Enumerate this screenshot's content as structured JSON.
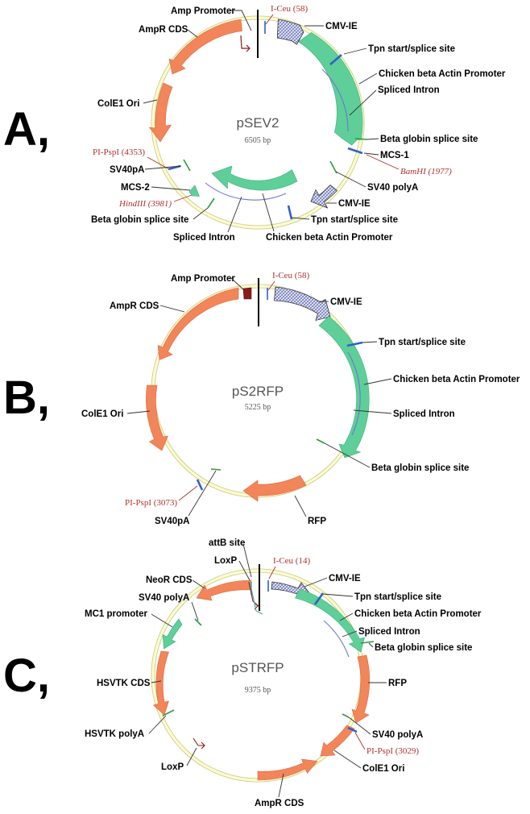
{
  "panels": [
    {
      "letter": "A,",
      "name": "pSEV2",
      "size": "6505 bp",
      "labels": {
        "amp_promoter": "Amp Promoter",
        "iceu": "I-Ceu (58)",
        "ampr_cds": "AmpR CDS",
        "cmv_ie": "CMV-IE",
        "tpn1": "Tpn start/splice site",
        "cba1": "Chicken beta Actin Promoter",
        "colE1": "ColE1 Ori",
        "intron1": "Spliced Intron",
        "bglob1": "Beta globin splice site",
        "mcs1": "MCS-1",
        "pipspi": "PI-PspI (4353)",
        "bamhi": "BamHI (1977)",
        "sv40pa": "SV40pA",
        "sv40polya": "SV40 polyA",
        "mcs2": "MCS-2",
        "cmv_ie2": "CMV-IE",
        "hindiii": "HindIII (3981)",
        "tpn2": "Tpn start/splice site",
        "bglob2": "Beta globin splice site",
        "intron2": "Spliced Intron",
        "cba2": "Chicken beta Actin Promoter"
      }
    },
    {
      "letter": "B,",
      "name": "pS2RFP",
      "size": "5225 bp",
      "labels": {
        "amp_promoter": "Amp Promoter",
        "iceu": "I-Ceu (58)",
        "cmv_ie": "CMV-IE",
        "ampr_cds": "AmpR CDS",
        "tpn": "Tpn start/splice site",
        "cba": "Chicken beta Actin Promoter",
        "colE1": "ColE1 Ori",
        "intron": "Spliced Intron",
        "bglob": "Beta globin splice site",
        "pipspi": "PI-PspI (3073)",
        "sv40pa": "SV40pA",
        "rfp": "RFP"
      }
    },
    {
      "letter": "C,",
      "name": "pSTRFP",
      "size": "9375 bp",
      "labels": {
        "attb": "attB site",
        "loxp1": "LoxP",
        "iceu": "I-Ceu (14)",
        "neor": "NeoR CDS",
        "cmv_ie": "CMV-IE",
        "tpn": "Tpn start/splice site",
        "sv40polya1": "SV40 polyA",
        "cba": "Chicken beta Actin Promoter",
        "mc1": "MC1 promoter",
        "intron": "Spliced Intron",
        "bglob": "Beta globin splice site",
        "hsvtk": "HSVTK CDS",
        "rfp": "RFP",
        "hsvtk_pa": "HSVTK polyA",
        "sv40polya2": "SV40 polyA",
        "pipspi": "PI-PspI (3029)",
        "loxp2": "LoxP",
        "colE1": "ColE1 Ori",
        "ampr_cds": "AmpR CDS"
      }
    }
  ],
  "colors": {
    "orange_feature": "#f2855a",
    "green_feature": "#5ecf98",
    "cmv_hatched": "#aab0d8",
    "site_text": "#b03030",
    "backbone": "#fbfbd2"
  },
  "icons": [
    "promoter-arrow-icon",
    "loxp-arrow-icon"
  ]
}
